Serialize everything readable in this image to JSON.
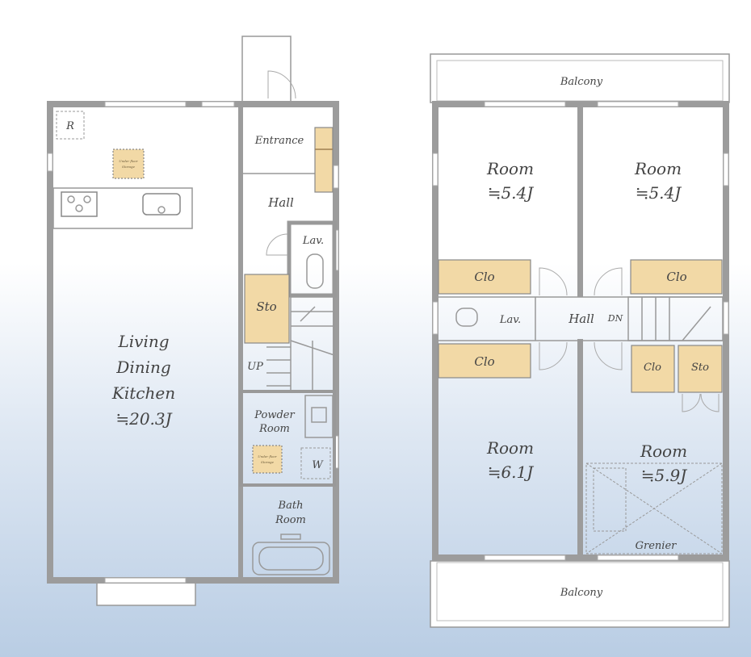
{
  "floor1": {
    "ldk": {
      "name_lines": [
        "Living",
        "Dining",
        "Kitchen"
      ],
      "area": "≒20.3J"
    },
    "refrigerator": "R",
    "under_floor_storage": [
      "Under floor",
      "Storage"
    ],
    "entrance": "Entrance",
    "hall": "Hall",
    "lav": "Lav.",
    "storage": "Sto",
    "stairs_up": "UP",
    "powder_room": [
      "Powder",
      "Room"
    ],
    "washer": "W",
    "bath_room": [
      "Bath",
      "Room"
    ]
  },
  "floor2": {
    "balcony_top": "Balcony",
    "balcony_bottom": "Balcony",
    "room_tl": {
      "name": "Room",
      "area": "≒5.4J"
    },
    "room_tr": {
      "name": "Room",
      "area": "≒5.4J"
    },
    "room_bl": {
      "name": "Room",
      "area": "≒6.1J"
    },
    "room_br": {
      "name": "Room",
      "area": "≒5.9J"
    },
    "closet": "Clo",
    "storage": "Sto",
    "lav": "Lav.",
    "hall": "Hall",
    "stairs_down": "DN",
    "grenier": "Grenier"
  },
  "colors": {
    "wall": "#9c9c9c",
    "closet": "#f2d9a6"
  }
}
